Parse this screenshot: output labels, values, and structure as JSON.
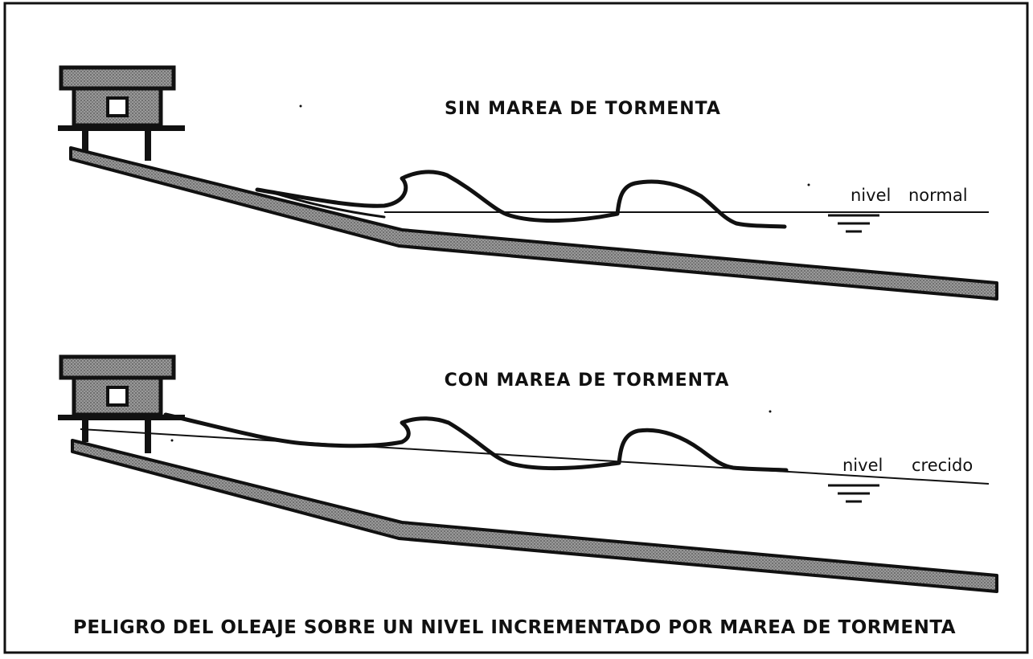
{
  "panels": [
    {
      "title": "SIN MAREA DE TORMENTA",
      "water_level_label_1": "nivel",
      "water_level_label_2": "normal"
    },
    {
      "title": "CON MAREA DE TORMENTA",
      "water_level_label_1": "nivel",
      "water_level_label_2": "crecido"
    }
  ],
  "caption": "PELIGRO DEL OLEAJE SOBRE UN NIVEL INCREMENTADO POR MAREA DE TORMENTA",
  "colors": {
    "ink": "#111111",
    "fill_gray": "#8a8a8a",
    "background": "#ffffff"
  }
}
